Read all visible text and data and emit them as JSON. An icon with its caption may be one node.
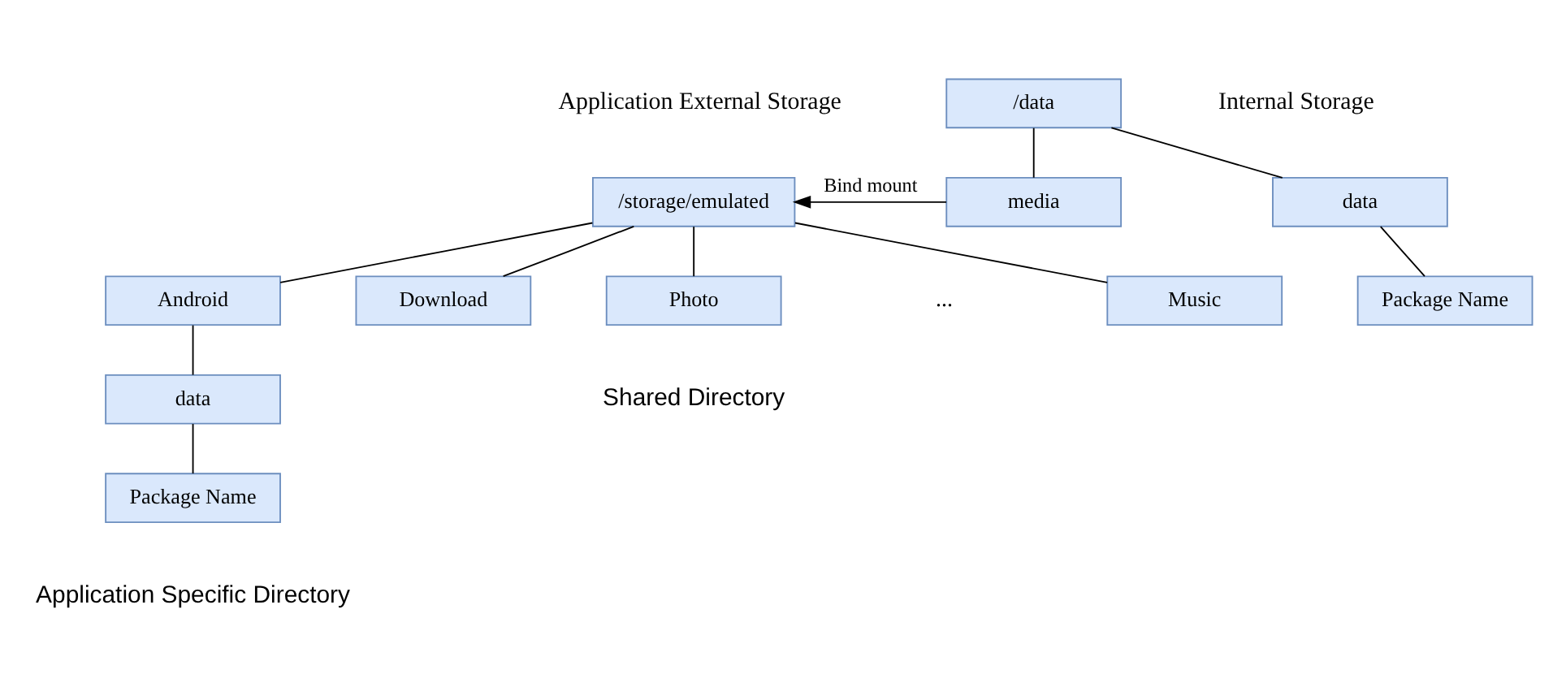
{
  "diagram": {
    "nodes": [
      {
        "text": [
          "/data"
        ]
      },
      {
        "text": [
          "media"
        ]
      },
      {
        "text": [
          "data"
        ]
      },
      {
        "text": [
          "/storage/emulated"
        ]
      },
      {
        "text": [
          "Android"
        ]
      },
      {
        "text": [
          "Download"
        ]
      },
      {
        "text": [
          "Photo"
        ]
      },
      {
        "text": [
          "Music"
        ]
      },
      {
        "text": [
          "data"
        ]
      },
      {
        "text": [
          "Package Name"
        ]
      },
      {
        "text": [
          "Package Name"
        ]
      }
    ],
    "edges": [
      {
        "from": 0,
        "to": 1,
        "arrow": "none"
      },
      {
        "from": 0,
        "to": 2,
        "arrow": "none"
      },
      {
        "from": 1,
        "to": 3,
        "arrow": "to",
        "label": "Bind mount"
      },
      {
        "from": 3,
        "to": 4,
        "arrow": "none"
      },
      {
        "from": 3,
        "to": 5,
        "arrow": "none"
      },
      {
        "from": 3,
        "to": 6,
        "arrow": "none"
      },
      {
        "from": 3,
        "to": 7,
        "arrow": "none"
      },
      {
        "from": 4,
        "to": 8,
        "arrow": "none"
      },
      {
        "from": 8,
        "to": 9,
        "arrow": "none"
      },
      {
        "from": 2,
        "to": 10,
        "arrow": "none"
      }
    ],
    "labels": [
      "Application External Storage",
      "Internal Storage",
      "...",
      "Shared Directory",
      "Application Specific Directory"
    ]
  }
}
